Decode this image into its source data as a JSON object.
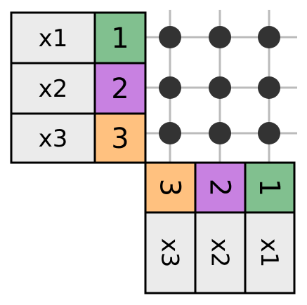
{
  "left_table": {
    "rows": [
      {
        "key": "x1",
        "value": "1",
        "color": "#81C08F"
      },
      {
        "key": "x2",
        "value": "2",
        "color": "#C881E1"
      },
      {
        "key": "x3",
        "value": "3",
        "color": "#FFC17F"
      }
    ]
  },
  "bottom_table": {
    "rotation": "rotated 90 degrees clockwise",
    "cols": [
      {
        "key": "x3",
        "value": "3",
        "color": "#FFC17F"
      },
      {
        "key": "x2",
        "value": "2",
        "color": "#C881E1"
      },
      {
        "key": "x1",
        "value": "1",
        "color": "#81C08F"
      }
    ]
  },
  "grid": {
    "rows": 3,
    "cols": 3,
    "dot_color": "#333333",
    "line_color": "#BBBBBB"
  },
  "colors": {
    "key_cell_fill": "#EBEBEB",
    "border": "#000000"
  }
}
